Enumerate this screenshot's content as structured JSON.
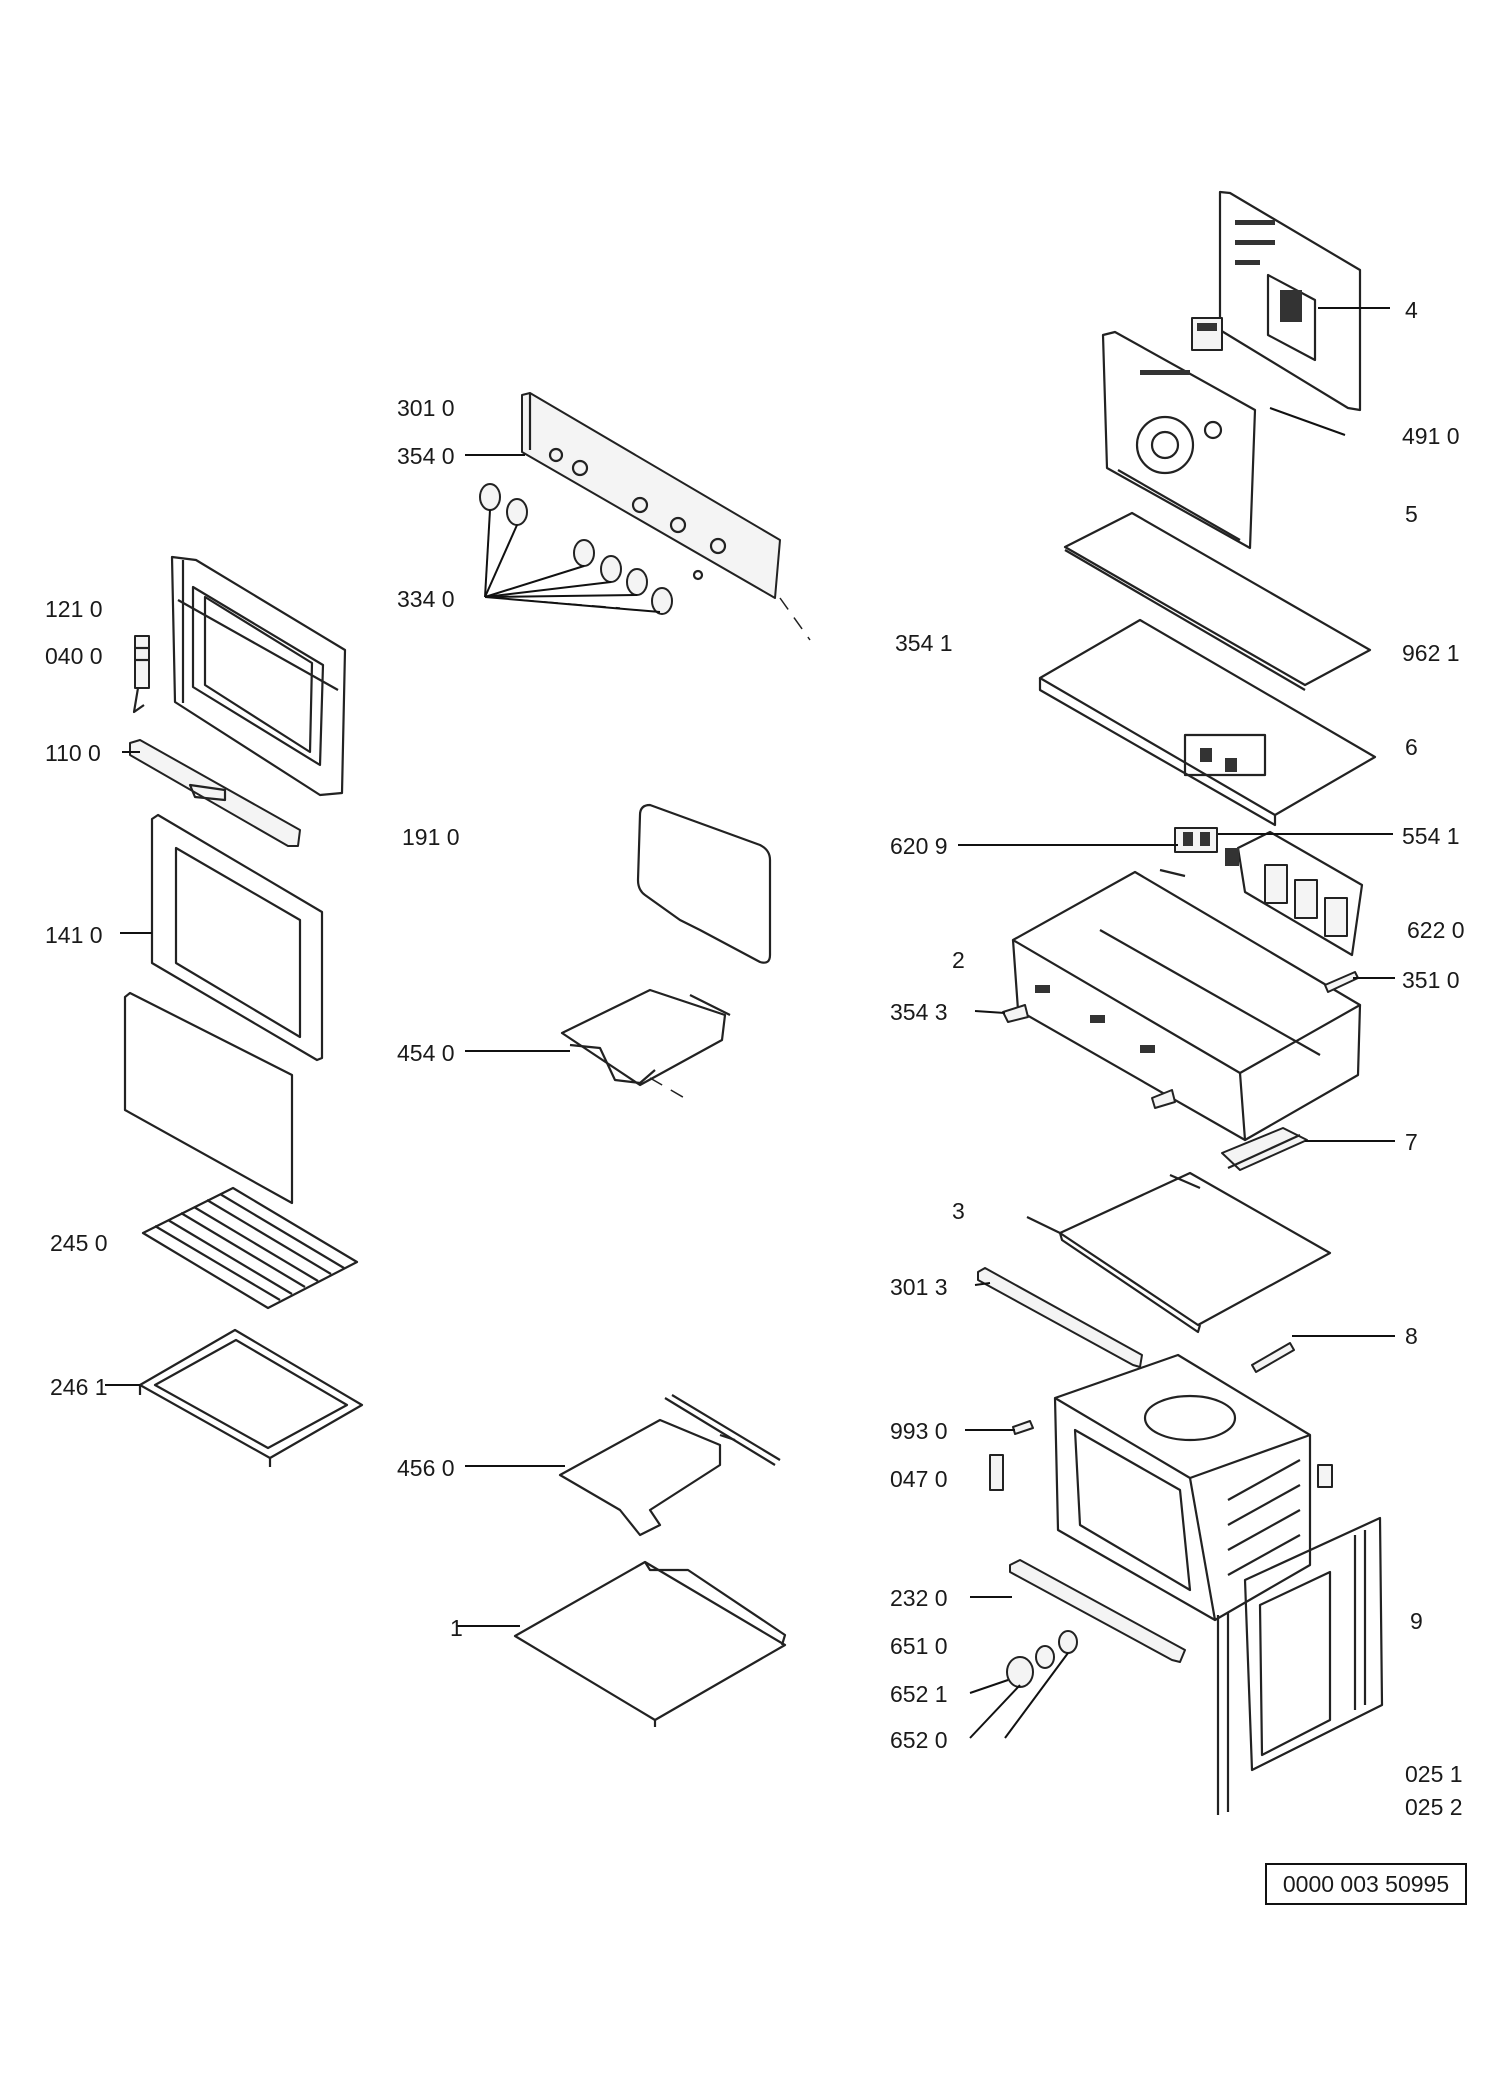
{
  "labels": {
    "p3010": "301 0",
    "p3540": "354 0",
    "p3340": "334 0",
    "p1210": "121 0",
    "p0400": "040 0",
    "p1100": "110 0",
    "p1910": "191 0",
    "p1410": "141 0",
    "p4540": "454 0",
    "p2450": "245 0",
    "p2461": "246 1",
    "p4560": "456 0",
    "p1": "1",
    "p4": "4",
    "p4910": "491 0",
    "p5": "5",
    "p3541": "354 1",
    "p9621": "962 1",
    "p6": "6",
    "p6209": "620 9",
    "p5541": "554 1",
    "p6220": "622 0",
    "p2": "2",
    "p3510": "351 0",
    "p3543": "354 3",
    "p7": "7",
    "p3": "3",
    "p3013": "301 3",
    "p8": "8",
    "p9930": "993 0",
    "p0470": "047 0",
    "p2320": "232 0",
    "p9": "9",
    "p6510": "651 0",
    "p6521": "652 1",
    "p6520": "652 0",
    "p0251": "025 1",
    "p0252": "025 2"
  },
  "document_number": "0000 003 50995"
}
